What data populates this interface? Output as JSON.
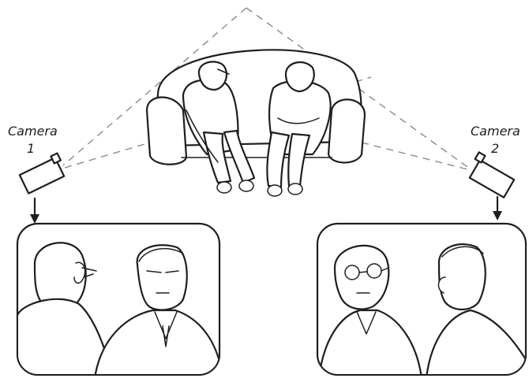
{
  "labels": {
    "camera1": {
      "word": "Camera",
      "number": "1"
    },
    "camera2": {
      "word": "Camera",
      "number": "2"
    }
  },
  "colors": {
    "ink": "#1e1e1e",
    "sight_lines": "#8a8a8a",
    "background": "#ffffff"
  },
  "icons": [
    "camera-icon",
    "arrow-down-icon"
  ]
}
